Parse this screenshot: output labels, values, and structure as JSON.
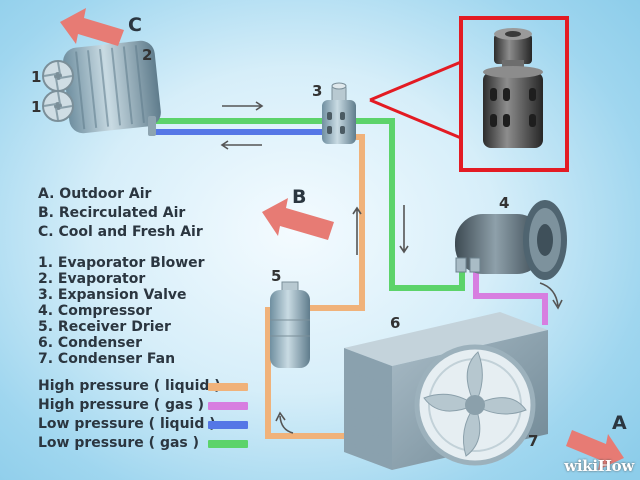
{
  "airflow_labels": {
    "outdoor": "A",
    "recirculated": "B",
    "cool_fresh": "C"
  },
  "component_numbers": {
    "blower_1": "1",
    "blower_1b": "1",
    "evaporator": "2",
    "expansion_valve": "3",
    "compressor": "4",
    "receiver_drier": "5",
    "condenser": "6",
    "condenser_fan": "7"
  },
  "legend_air": [
    "A. Outdoor Air",
    "B. Recirculated Air",
    "C. Cool and Fresh Air"
  ],
  "legend_components": [
    "1. Evaporator Blower",
    "2. Evaporator",
    "3. Expansion Valve",
    "4. Compressor",
    "5. Receiver Drier",
    "6. Condenser",
    "7. Condenser Fan"
  ],
  "legend_pressure": [
    {
      "label": "High pressure ( liquid )",
      "color": "#f0b27a"
    },
    {
      "label": "High pressure ( gas )",
      "color": "#d77ee0"
    },
    {
      "label": "Low pressure ( liquid )",
      "color": "#5577e6"
    },
    {
      "label": "Low pressure ( gas )",
      "color": "#5cd36a"
    }
  ],
  "colors": {
    "arrow_red": "#e77b74",
    "inset_border": "#e31b23"
  },
  "watermark": {
    "part1": "wiki",
    "part2": "How"
  }
}
